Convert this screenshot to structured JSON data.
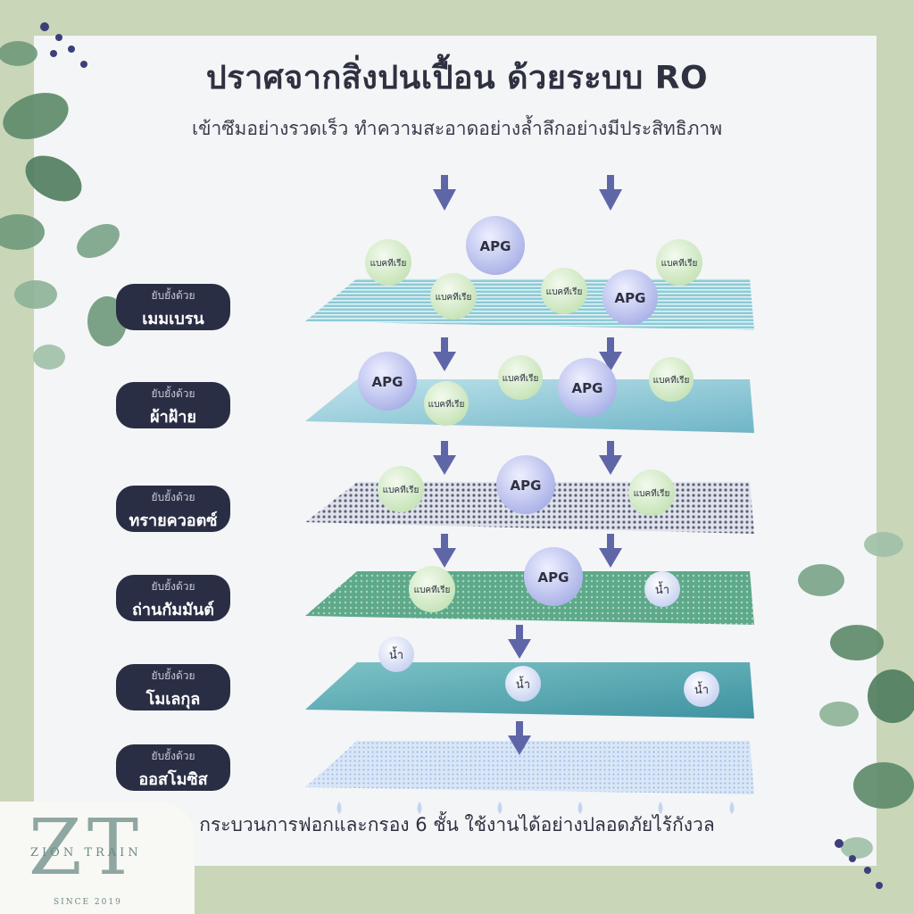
{
  "title": "ปราศจากสิ่งปนเปื้อน  ด้วยระบบ RO",
  "subtitle": "เข้าซึมอย่างรวดเร็ว ทำความสะอาดอย่างล้ำลึกอย่างมีประสิทธิภาพ",
  "footer": "กระบวนการฟอกและกรอง 6 ชั้น ใช้งานได้อย่างปลอดภัยไร้กังวล",
  "layers": [
    {
      "caption": "ยับยั้งด้วย",
      "name": "เมมเบรน"
    },
    {
      "caption": "ยับยั้งด้วย",
      "name": "ผ้าฝ้าย"
    },
    {
      "caption": "ยับยั้งด้วย",
      "name": "ทรายควอตซ์"
    },
    {
      "caption": "ยับยั้งด้วย",
      "name": "ถ่านกัมมันต์"
    },
    {
      "caption": "ยับยั้งด้วย",
      "name": "โมเลกุล"
    },
    {
      "caption": "ยับยั้งด้วย",
      "name": "ออสโมซิส"
    }
  ],
  "bubbles": {
    "apg": "APG",
    "bacteria": "แบคทีเรีย",
    "water": "น้ำ"
  },
  "logo": {
    "letters": "ZT",
    "brand": "ZION TRAIN",
    "since": "SINCE 2019"
  },
  "colors": {
    "pill": "#2a2e44",
    "arrow": "#5f66a8",
    "apg": "#c9cdf0",
    "bacteria": "#dbeed0",
    "water": "#dde4f6"
  }
}
